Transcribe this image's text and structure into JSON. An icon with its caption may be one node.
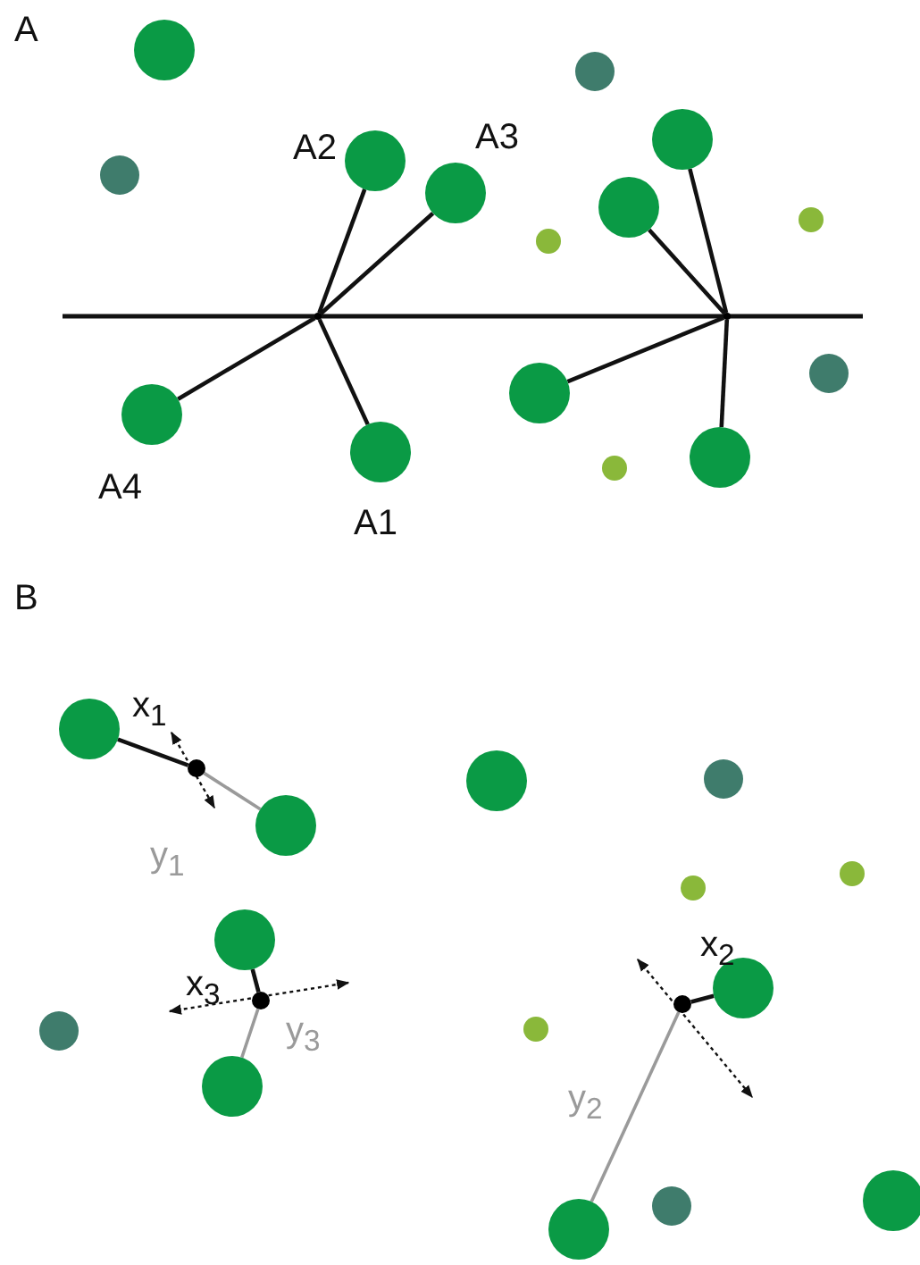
{
  "diagram": {
    "nodes": [
      {
        "text": [],
        "shape": "circle"
      },
      {
        "text": [],
        "shape": "circle"
      },
      {
        "text": [],
        "shape": "circle"
      },
      {
        "text": [],
        "shape": "circle",
        "beside": [
          "A2"
        ]
      },
      {
        "text": [],
        "shape": "circle"
      },
      {
        "text": [],
        "shape": "circle",
        "beside": [
          "A3"
        ]
      },
      {
        "text": [],
        "shape": "circle"
      },
      {
        "text": [],
        "shape": "circle"
      },
      {
        "text": [],
        "shape": "circle"
      },
      {
        "text": [],
        "shape": "point"
      },
      {
        "text": [],
        "shape": "point"
      },
      {
        "text": [],
        "shape": "circle"
      },
      {
        "text": [],
        "shape": "circle"
      },
      {
        "text": [],
        "shape": "circle",
        "beside": [
          "A4"
        ]
      },
      {
        "text": [],
        "shape": "circle",
        "beside": [
          "A1"
        ]
      },
      {
        "text": [],
        "shape": "circle"
      },
      {
        "text": [],
        "shape": "circle"
      },
      {
        "text": [],
        "shape": "circle"
      },
      {
        "text": [],
        "shape": "point"
      },
      {
        "text": [],
        "shape": "circle"
      },
      {
        "text": [],
        "shape": "circle"
      },
      {
        "text": [],
        "shape": "circle"
      },
      {
        "text": [],
        "shape": "circle"
      },
      {
        "text": [],
        "shape": "circle"
      },
      {
        "text": [],
        "shape": "circle"
      },
      {
        "text": [],
        "shape": "circle"
      },
      {
        "text": [],
        "shape": "point"
      },
      {
        "text": [],
        "shape": "point"
      },
      {
        "text": [],
        "shape": "circle"
      },
      {
        "text": [],
        "shape": "circle"
      },
      {
        "text": [],
        "shape": "circle"
      },
      {
        "text": [],
        "shape": "circle"
      },
      {
        "text": [],
        "shape": "circle"
      },
      {
        "text": [],
        "shape": "circle"
      }
    ],
    "edges": [
      {
        "from": 14,
        "to": 9,
        "arrow": "none"
      },
      {
        "from": 3,
        "to": 9,
        "arrow": "none"
      },
      {
        "from": 5,
        "to": 9,
        "arrow": "none"
      },
      {
        "from": 13,
        "to": 9,
        "arrow": "none"
      },
      {
        "from": 2,
        "to": 10,
        "arrow": "none"
      },
      {
        "from": 6,
        "to": 10,
        "arrow": "none"
      },
      {
        "from": 12,
        "to": 10,
        "arrow": "none"
      },
      {
        "from": 15,
        "to": 10,
        "arrow": "none"
      },
      {
        "from": 18,
        "to": 17,
        "arrow": "none",
        "label": "x$_{1}$"
      },
      {
        "from": 18,
        "to": 21,
        "arrow": "none",
        "label": "y$_{1}$",
        "color": "#9a9a9a"
      },
      {
        "from": 26,
        "to": 24,
        "arrow": "none",
        "label": "x$_{3}$"
      },
      {
        "from": 26,
        "to": 30,
        "arrow": "none",
        "label": "y$_{3}$",
        "color": "#9a9a9a"
      },
      {
        "from": 27,
        "to": 25,
        "arrow": "none",
        "label": "x$_{2}$"
      },
      {
        "from": 27,
        "to": 33,
        "arrow": "none",
        "label": "y$_{2}$",
        "color": "#9a9a9a"
      }
    ],
    "labels": [
      "A",
      "B"
    ]
  }
}
